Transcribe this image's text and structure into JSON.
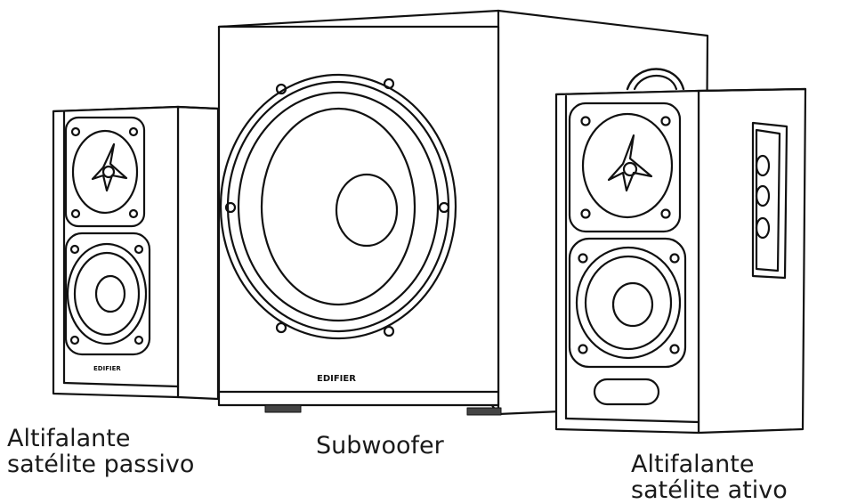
{
  "labels": {
    "passive_speaker": {
      "line1": "Altifalante",
      "line2": "satélite passivo"
    },
    "subwoofer": {
      "line1": "Subwoofer"
    },
    "active_speaker": {
      "line1": "Altifalante",
      "line2": "satélite ativo"
    }
  },
  "brand": {
    "subwoofer_logo": "EDIFIER",
    "passive_logo": "EDIFIER"
  },
  "colors": {
    "line": "#111111",
    "background": "#ffffff"
  }
}
